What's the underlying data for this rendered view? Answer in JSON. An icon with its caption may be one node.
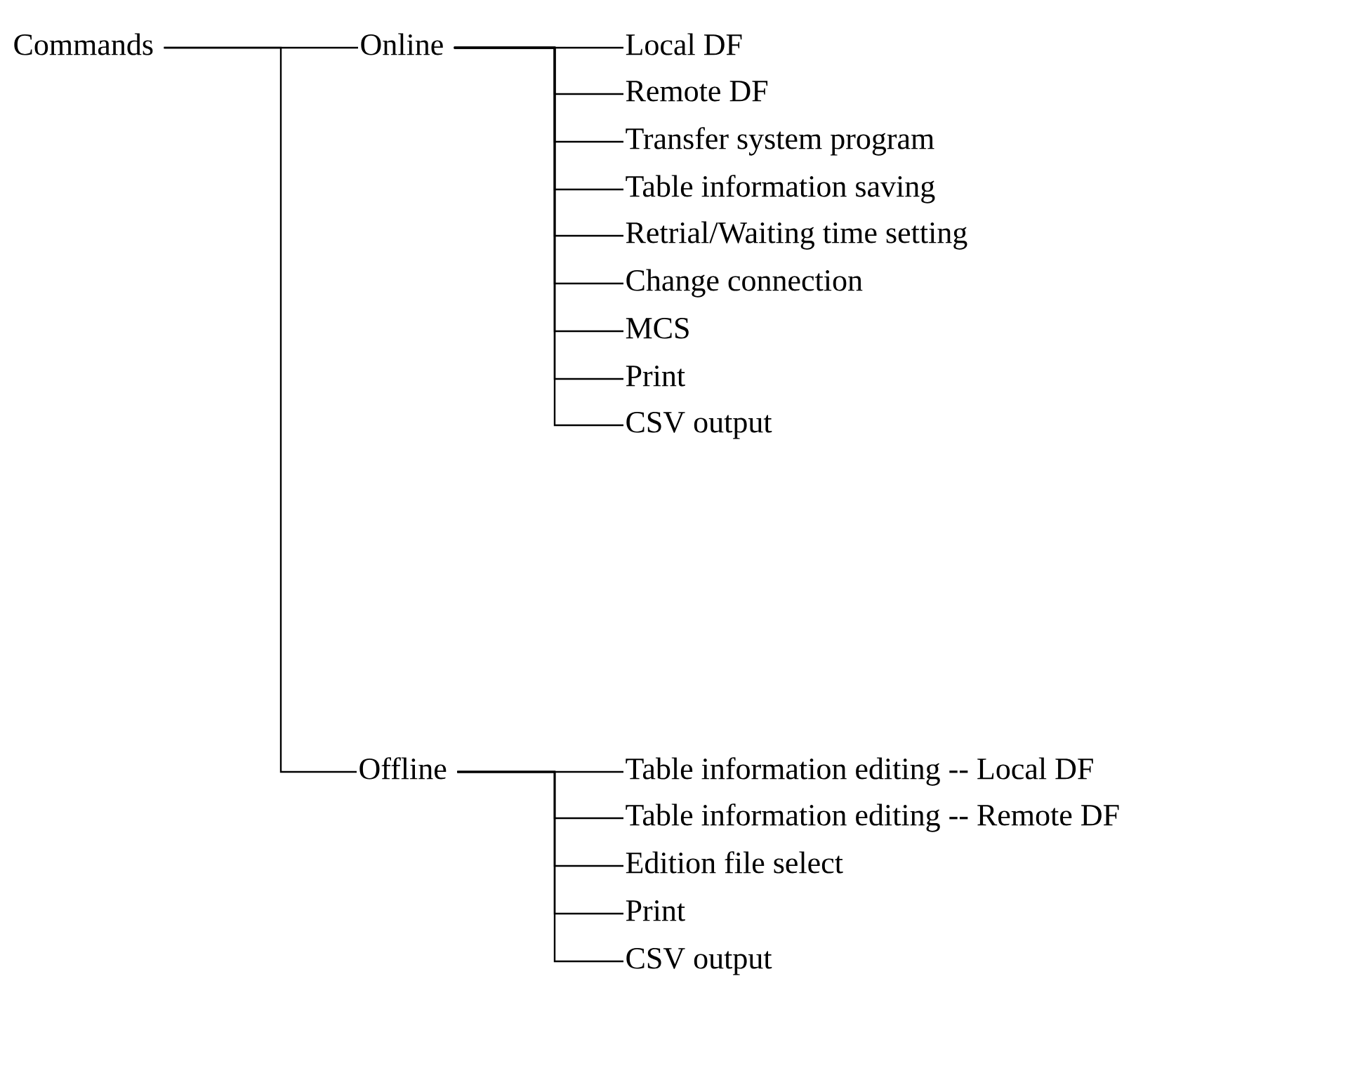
{
  "diagram": {
    "nodes": [
      {
        "text": [
          "Commands"
        ]
      },
      {
        "text": [
          "Online"
        ]
      },
      {
        "text": [
          "Local DF"
        ]
      },
      {
        "text": [
          "Remote DF"
        ]
      },
      {
        "text": [
          "Transfer system program"
        ]
      },
      {
        "text": [
          "Table information saving"
        ]
      },
      {
        "text": [
          "Retrial/Waiting time setting"
        ]
      },
      {
        "text": [
          "Change connection"
        ]
      },
      {
        "text": [
          "MCS"
        ]
      },
      {
        "text": [
          "Print"
        ]
      },
      {
        "text": [
          "CSV output"
        ]
      },
      {
        "text": [
          "Offline"
        ]
      },
      {
        "text": [
          "Table information editing -- Local DF"
        ]
      },
      {
        "text": [
          "Table information editing -- Remote DF"
        ]
      },
      {
        "text": [
          "Edition file select"
        ]
      },
      {
        "text": [
          "Print"
        ]
      },
      {
        "text": [
          "CSV output"
        ]
      }
    ],
    "edges": [
      {
        "from": 0,
        "to": 1,
        "arrow": "none"
      },
      {
        "from": 0,
        "to": 11,
        "arrow": "none"
      },
      {
        "from": 1,
        "to": 2,
        "arrow": "none"
      },
      {
        "from": 1,
        "to": 3,
        "arrow": "none"
      },
      {
        "from": 1,
        "to": 4,
        "arrow": "none"
      },
      {
        "from": 1,
        "to": 5,
        "arrow": "none"
      },
      {
        "from": 1,
        "to": 6,
        "arrow": "none"
      },
      {
        "from": 1,
        "to": 7,
        "arrow": "none"
      },
      {
        "from": 1,
        "to": 8,
        "arrow": "none"
      },
      {
        "from": 1,
        "to": 9,
        "arrow": "none"
      },
      {
        "from": 1,
        "to": 10,
        "arrow": "none"
      },
      {
        "from": 11,
        "to": 12,
        "arrow": "none"
      },
      {
        "from": 11,
        "to": 13,
        "arrow": "none"
      },
      {
        "from": 11,
        "to": 14,
        "arrow": "none"
      },
      {
        "from": 11,
        "to": 15,
        "arrow": "none"
      },
      {
        "from": 11,
        "to": 16,
        "arrow": "none"
      }
    ]
  }
}
